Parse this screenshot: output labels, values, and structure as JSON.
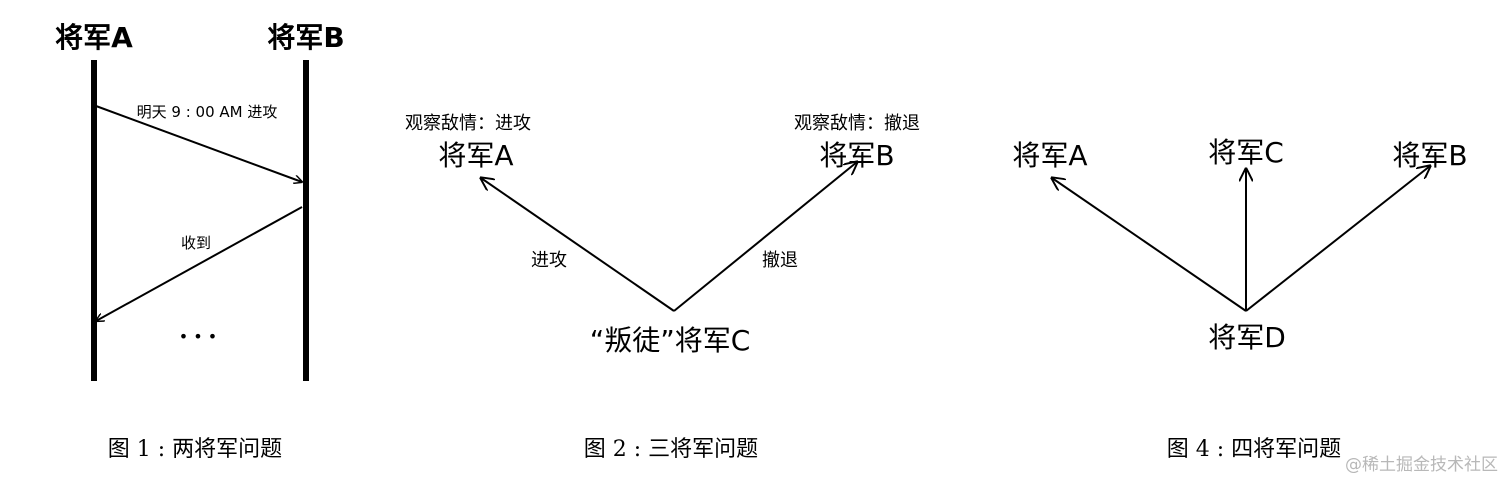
{
  "figure1": {
    "general_a": "将军A",
    "general_b": "将军B",
    "message_1": "明天 9 : 00 AM 进攻",
    "message_2": "收到",
    "ellipsis": "• • •",
    "caption": "图 1 : 两将军问题"
  },
  "figure2": {
    "general_a": "将军A",
    "general_b": "将军B",
    "general_c": "“叛徒”将军C",
    "observe_a": "观察敌情：进攻",
    "observe_b": "观察敌情：撤退",
    "order_a": "进攻",
    "order_b": "撤退",
    "caption": "图 2 : 三将军问题"
  },
  "figure4": {
    "general_a": "将军A",
    "general_b": "将军B",
    "general_c": "将军C",
    "general_d": "将军D",
    "caption": "图 4 : 四将军问题"
  },
  "watermark": "@稀土掘金技术社区",
  "colors": {
    "ink": "#000000",
    "watermark": "#b8b8b8"
  }
}
